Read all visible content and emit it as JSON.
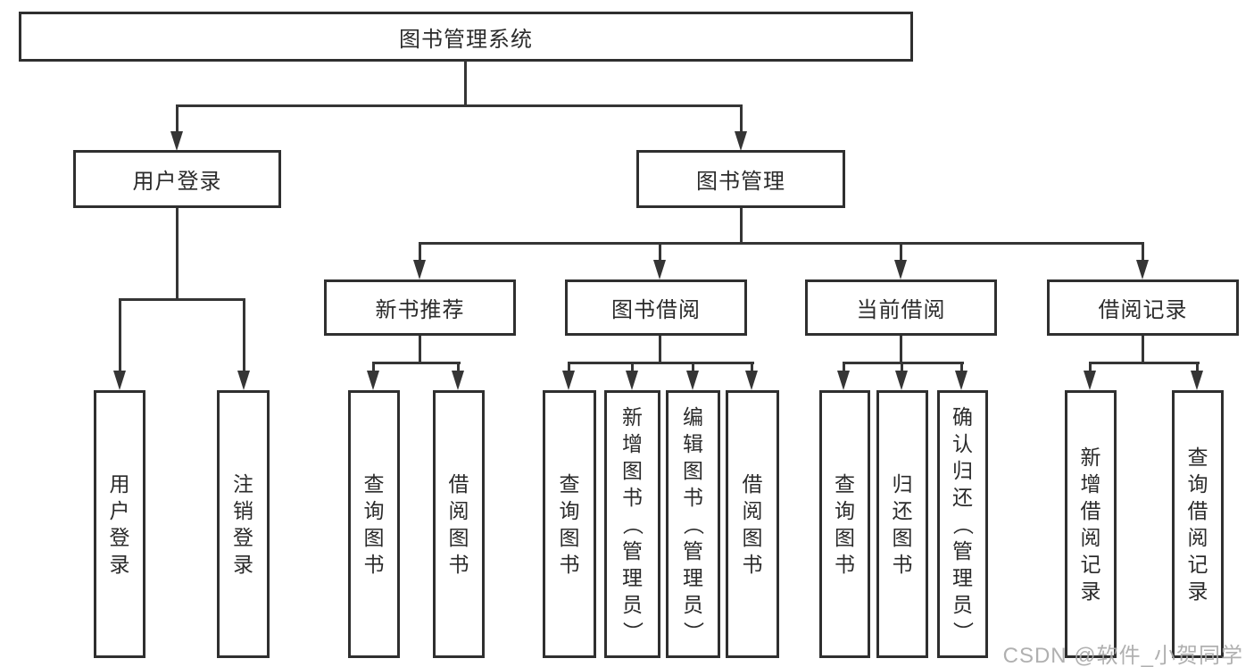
{
  "root": {
    "label": "图书管理系统"
  },
  "login": {
    "label": "用户登录",
    "leaves": [
      "用户登录",
      "注销登录"
    ]
  },
  "management": {
    "label": "图书管理",
    "sections": [
      {
        "label": "新书推荐",
        "leaves": [
          "查询图书",
          "借阅图书"
        ]
      },
      {
        "label": "图书借阅",
        "leaves": [
          "查询图书",
          "新增图书（管理员）",
          "编辑图书（管理员）",
          "借阅图书"
        ]
      },
      {
        "label": "当前借阅",
        "leaves": [
          "查询图书",
          "归还图书",
          "确认归还（管理员）"
        ]
      },
      {
        "label": "借阅记录",
        "leaves": [
          "新增借阅记录",
          "查询借阅记录"
        ]
      }
    ]
  },
  "watermark": "CSDN @软件_小贺同学",
  "colors": {
    "line": "#353535",
    "box_border": "#2f2f2f",
    "text": "#2b2b2b",
    "watermark": "#a8a8a8",
    "background": "#ffffff"
  }
}
